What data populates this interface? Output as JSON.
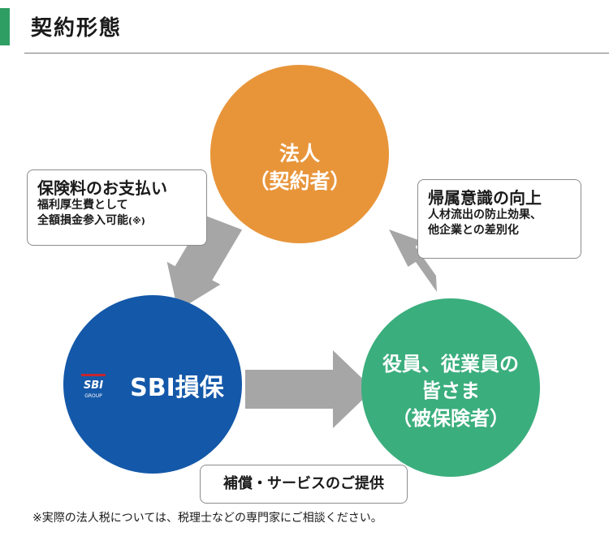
{
  "page": {
    "title": "契約形態"
  },
  "nodes": {
    "corporation": {
      "line1": "法人",
      "line2": "（契約者）",
      "color": "#E8953A"
    },
    "insurer": {
      "sbi_mark": "SBI",
      "group_label": "GROUP",
      "name": "SBI損保",
      "color": "#1458A9"
    },
    "employees": {
      "line1": "役員、従業員の",
      "line2": "皆さま",
      "line3": "（被保険者）",
      "color": "#3BAE7D"
    }
  },
  "callouts": {
    "premium": {
      "title": "保険料のお支払い",
      "line1": "福利厚生費として",
      "line2": "全額損金参入可能",
      "note_mark": "(※)"
    },
    "belonging": {
      "title": "帰属意識の向上",
      "line1": "人材流出の防止効果、",
      "line2": "他企業との差別化"
    },
    "service": {
      "label": "補償・サービスのご提供"
    }
  },
  "footnote": "※実際の法人税については、税理士などの専門家にご相談ください。",
  "colors": {
    "arrow": "#A6A6A6",
    "accent_bar": "#2F9E63",
    "rule": "#7A7A7A"
  }
}
